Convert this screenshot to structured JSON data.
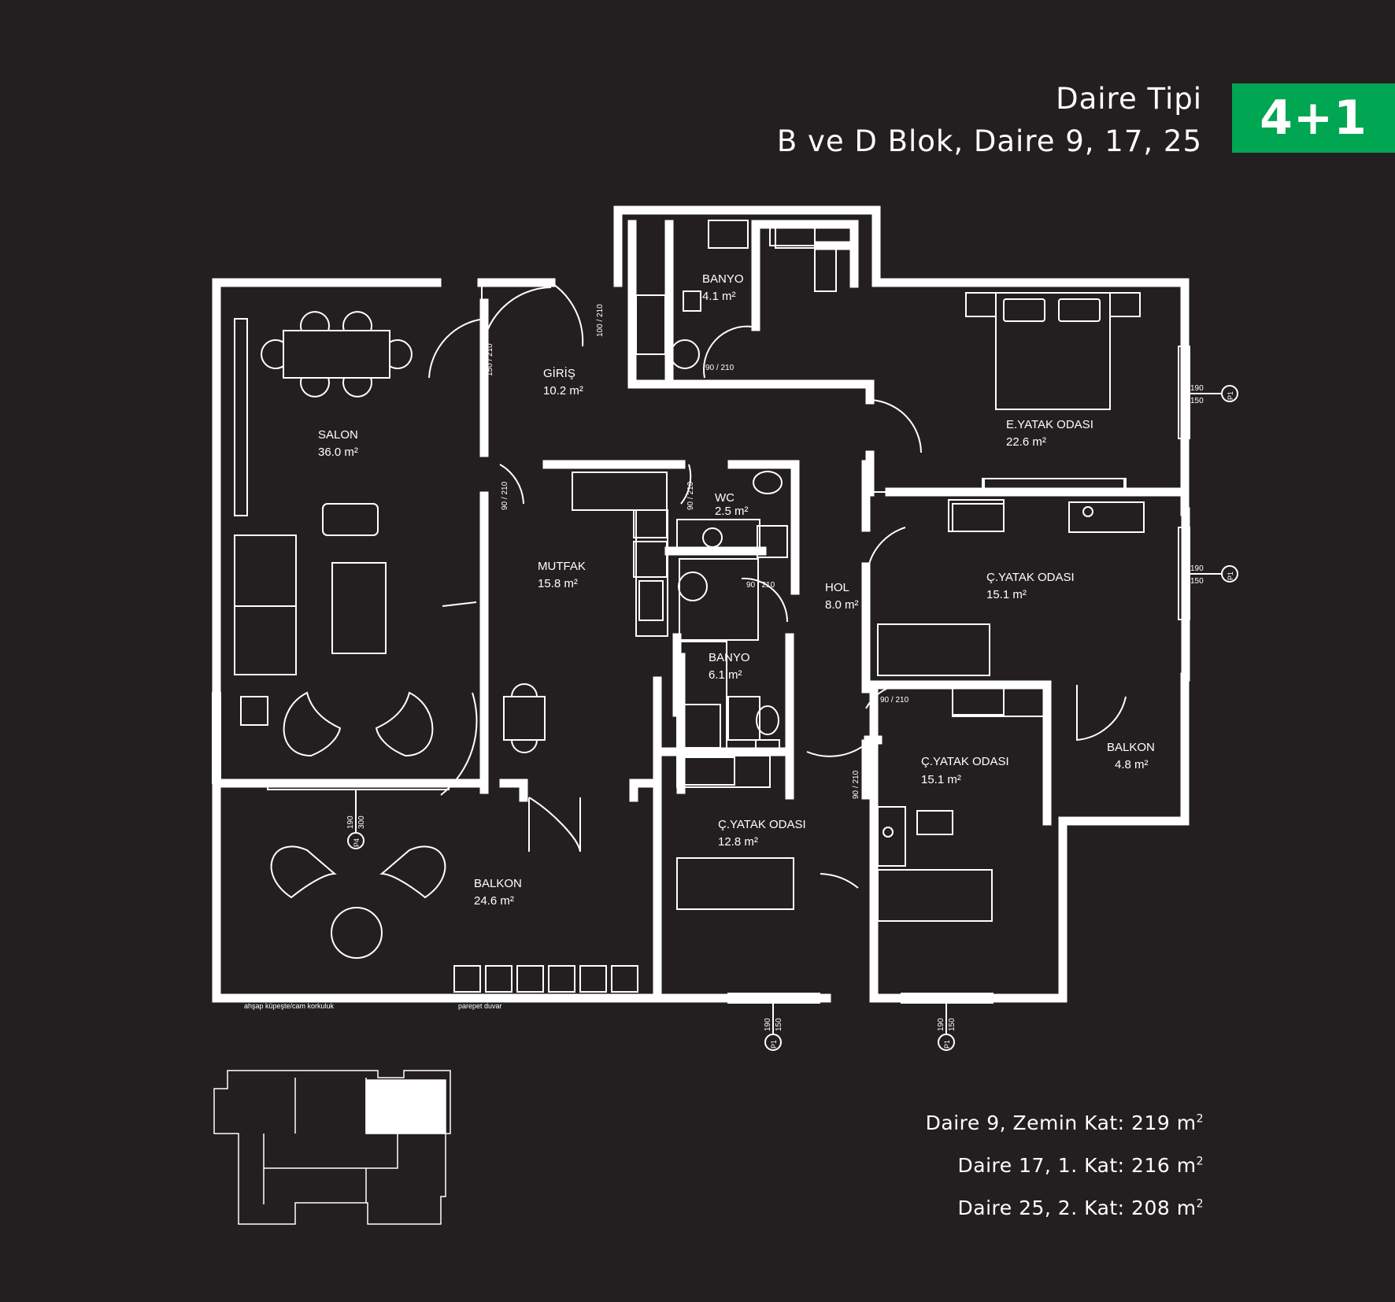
{
  "header": {
    "title": "Daire Tipi",
    "subtitle": "B ve D Blok, Daire 9, 17, 25"
  },
  "badge": {
    "label": "4+1",
    "color": "#00a651"
  },
  "colors": {
    "background": "#231f20",
    "lines": "#ffffff"
  },
  "rooms": {
    "salon": {
      "name": "SALON",
      "area": "36.0 m²"
    },
    "giris": {
      "name": "GİRİŞ",
      "area": "10.2 m²"
    },
    "banyo1": {
      "name": "BANYO",
      "area": "4.1 m²"
    },
    "eyatak": {
      "name": "E.YATAK ODASI",
      "area": "22.6 m²"
    },
    "mutfak": {
      "name": "MUTFAK",
      "area": "15.8 m²"
    },
    "wc": {
      "name": "WC",
      "area": "2.5 m²"
    },
    "hol": {
      "name": "HOL",
      "area": "8.0 m²"
    },
    "cyatak1": {
      "name": "Ç.YATAK ODASI",
      "area": "15.1 m²"
    },
    "banyo2": {
      "name": "BANYO",
      "area": "6.1 m²"
    },
    "balkon_small": {
      "name": "BALKON",
      "area": "4.8 m²"
    },
    "cyatak2": {
      "name": "Ç.YATAK ODASI",
      "area": "15.1 m²"
    },
    "cyatak3": {
      "name": "Ç.YATAK ODASI",
      "area": "12.8 m²"
    },
    "balkon_big": {
      "name": "BALKON",
      "area": "24.6 m²"
    }
  },
  "dimensions": {
    "d_150_210": "150 / 210",
    "d_100_210": "100 / 210",
    "d_90_210": "90 / 210",
    "w_190": "190",
    "w_150": "150",
    "w_300": "300",
    "p1": "P1",
    "p4": "P4"
  },
  "notes": {
    "railing": "ahşap küpeşte/cam korkuluk",
    "parapet": "parepet duvar"
  },
  "areas": [
    {
      "text": "Daire 9, Zemin Kat: 219 m",
      "sup": "2"
    },
    {
      "text": "Daire 17, 1. Kat: 216 m",
      "sup": "2"
    },
    {
      "text": "Daire 25, 2. Kat: 208 m",
      "sup": "2"
    }
  ]
}
